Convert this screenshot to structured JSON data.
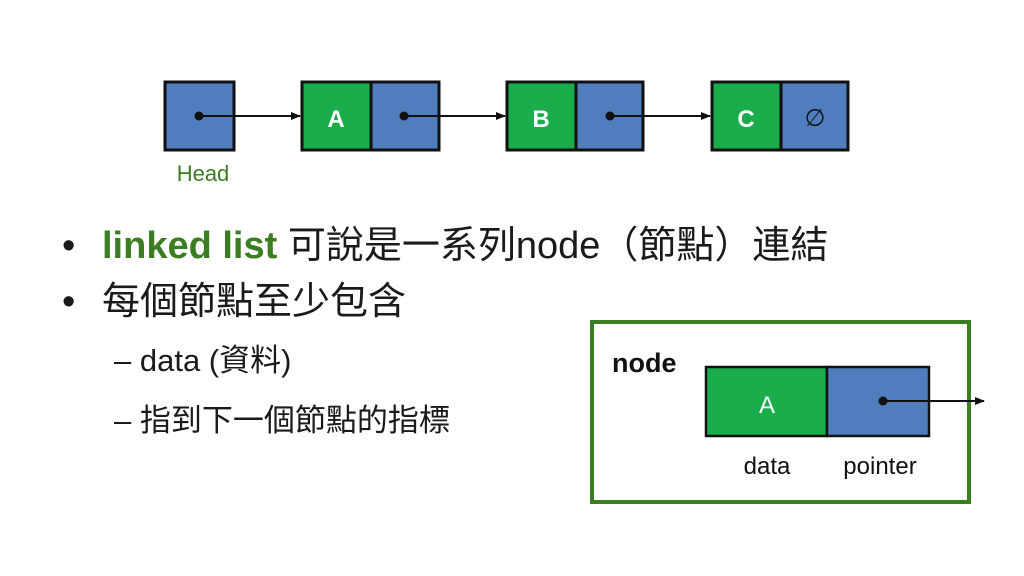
{
  "colors": {
    "data_fill": "#1aad4b",
    "pointer_fill": "#4f7dbd",
    "frame": "#3a7d22",
    "green_text": "#3a7d22",
    "line": "#111111"
  },
  "list_diagram": {
    "head_label": "Head",
    "nodes": [
      {
        "value": "A"
      },
      {
        "value": "B"
      },
      {
        "value": "C"
      }
    ],
    "null_symbol": "∅"
  },
  "bullets": {
    "b1_term": "linked list",
    "b1_text": " 可說是一系列node（節點）連結",
    "b2_text": "每個節點至少包含",
    "sub1": "– data (資料)",
    "sub2": "– 指到下一個節點的指標"
  },
  "node_box": {
    "title": "node",
    "data_value": "A",
    "data_label": "data",
    "pointer_label": "pointer"
  }
}
